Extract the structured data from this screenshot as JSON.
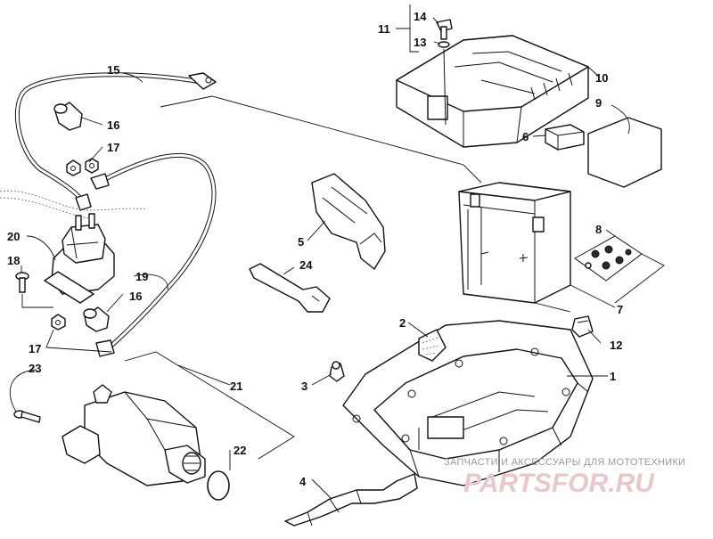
{
  "callouts": [
    {
      "id": "1",
      "text": "1"
    },
    {
      "id": "2",
      "text": "2"
    },
    {
      "id": "3",
      "text": "3"
    },
    {
      "id": "4",
      "text": "4"
    },
    {
      "id": "5",
      "text": "5"
    },
    {
      "id": "6",
      "text": "6"
    },
    {
      "id": "7",
      "text": "7"
    },
    {
      "id": "8",
      "text": "8"
    },
    {
      "id": "9",
      "text": "9"
    },
    {
      "id": "10",
      "text": "10"
    },
    {
      "id": "11",
      "text": "11"
    },
    {
      "id": "12",
      "text": "12"
    },
    {
      "id": "13",
      "text": "13"
    },
    {
      "id": "14",
      "text": "14"
    },
    {
      "id": "15",
      "text": "15"
    },
    {
      "id": "16a",
      "text": "16"
    },
    {
      "id": "16b",
      "text": "16"
    },
    {
      "id": "17a",
      "text": "17"
    },
    {
      "id": "17b",
      "text": "17"
    },
    {
      "id": "18",
      "text": "18"
    },
    {
      "id": "19",
      "text": "19"
    },
    {
      "id": "20",
      "text": "20"
    },
    {
      "id": "21",
      "text": "21"
    },
    {
      "id": "22",
      "text": "22"
    },
    {
      "id": "23",
      "text": "23"
    },
    {
      "id": "24",
      "text": "24"
    }
  ],
  "watermark": {
    "tagline": "ЗАПЧАСТИ И АКСЕССУАРЫ ДЛЯ МОТОТЕХНИКИ",
    "logo": "PARTSFOR.RU"
  }
}
